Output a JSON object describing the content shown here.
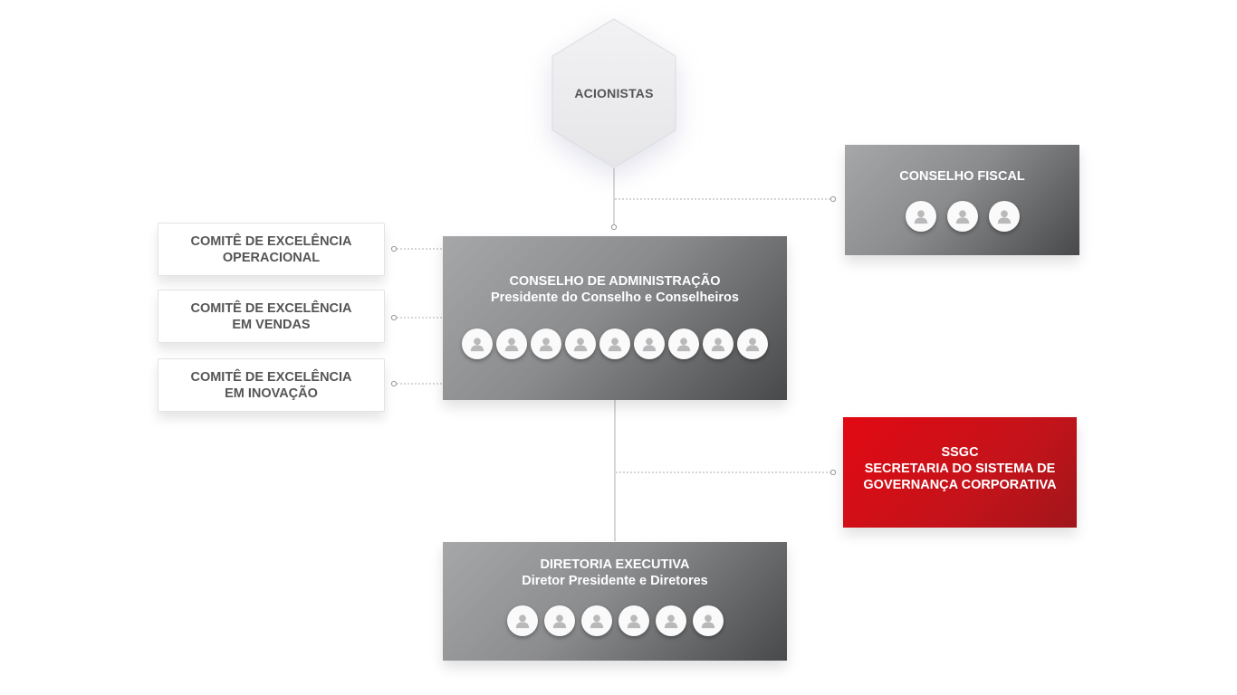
{
  "shareholders": {
    "label": "ACIONISTAS"
  },
  "fiscal_council": {
    "title": "CONSELHO FISCAL",
    "member_count": 3
  },
  "board": {
    "title": "CONSELHO DE ADMINISTRAÇÃO",
    "subtitle": "Presidente do Conselho e Conselheiros",
    "member_count": 9
  },
  "committees": [
    {
      "line1": "COMITÊ DE EXCELÊNCIA",
      "line2": "OPERACIONAL"
    },
    {
      "line1": "COMITÊ DE EXCELÊNCIA",
      "line2": "EM VENDAS"
    },
    {
      "line1": "COMITÊ DE EXCELÊNCIA",
      "line2": "EM INOVAÇÃO"
    }
  ],
  "secretariat": {
    "line1": "SSGC",
    "line2": "SECRETARIA DO SISTEMA DE",
    "line3": "GOVERNANÇA CORPORATIVA"
  },
  "executive_board": {
    "title": "DIRETORIA EXECUTIVA",
    "subtitle": "Diretor Presidente e Diretores",
    "member_count": 6
  },
  "colors": {
    "accent_red": "#d30f17",
    "box_gray_light": "#a6a7a9",
    "box_gray_dark": "#48494b",
    "text_gray": "#555555",
    "connector": "#bdbdbd"
  },
  "icons": {
    "member": "person-avatar-icon"
  }
}
